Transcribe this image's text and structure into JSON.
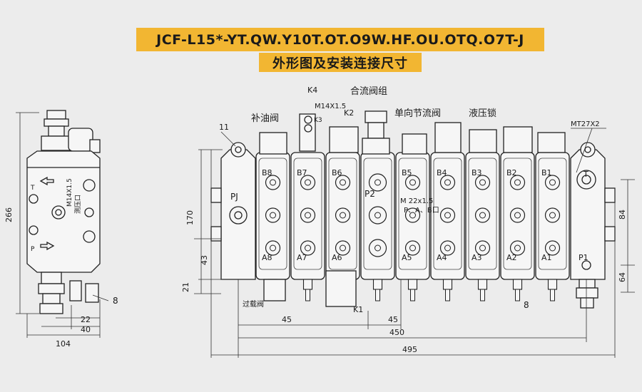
{
  "title": "JCF-L15*-YT.QW.Y10T.OT.O9W.HF.OU.OTQ.O7T-J",
  "subtitle": "外形图及安装连接尺寸",
  "callouts": {
    "k4": "K4",
    "k3": "K3",
    "k2": "K2",
    "k1": "K1",
    "m14_top": "M14X1.5",
    "combine_valve": "合流阀组",
    "one_way_throttle": "单向节流阀",
    "hydraulic_lock": "液压锁",
    "makeup_valve": "补油阀",
    "overload_valve": "过载阀",
    "port_11": "11",
    "mt27": "MT27X2",
    "pj": "PJ",
    "p2": "P2",
    "m22": "M 22x1.5",
    "m22_ports": "P、A、B口",
    "t_port": "T",
    "p1": "P1"
  },
  "sections": {
    "b_ports": [
      "B8",
      "B7",
      "B6",
      "",
      "B5",
      "B4",
      "B3",
      "B2",
      "B1"
    ],
    "a_ports": [
      "A8",
      "A7",
      "A6",
      "",
      "A5",
      "A4",
      "A3",
      "A2",
      "A1"
    ]
  },
  "side_view": {
    "m14_side": "M14X1.5",
    "test_port": "测压口",
    "t_label": "T",
    "p_label": "P"
  },
  "dimensions": {
    "d266": "266",
    "d104": "104",
    "d40": "40",
    "d22": "22",
    "d8_side": "8",
    "d170": "170",
    "d43": "43",
    "d21": "21",
    "d45_left": "45",
    "d45_mid": "45",
    "d450": "450",
    "d495": "495",
    "d8_front": "8",
    "d84": "84",
    "d64": "64"
  }
}
